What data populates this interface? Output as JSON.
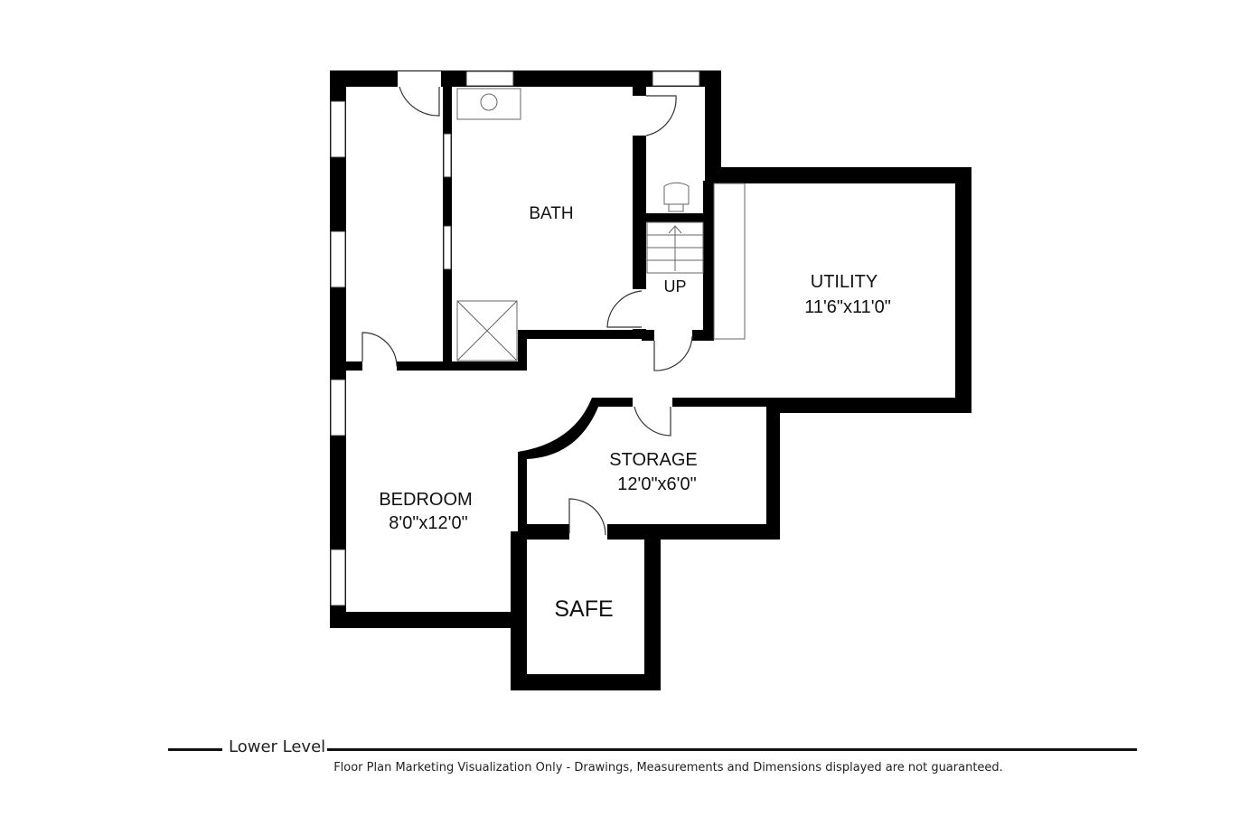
{
  "rooms": {
    "bath": {
      "name": "BATH"
    },
    "up": {
      "name": "UP"
    },
    "utility": {
      "name": "UTILITY",
      "dims": "11'6\"x11'0\""
    },
    "storage": {
      "name": "STORAGE",
      "dims": "12'0\"x6'0\""
    },
    "bedroom": {
      "name": "BEDROOM",
      "dims": "8'0\"x12'0\""
    },
    "safe": {
      "name": "SAFE"
    }
  },
  "footer": {
    "level": "Lower Level",
    "disclaimer": "Floor Plan Marketing Visualization Only - Drawings, Measurements and Dimensions displayed are not guaranteed."
  },
  "colors": {
    "wall": "#000000",
    "background": "#ffffff",
    "fixture": "#888888"
  }
}
